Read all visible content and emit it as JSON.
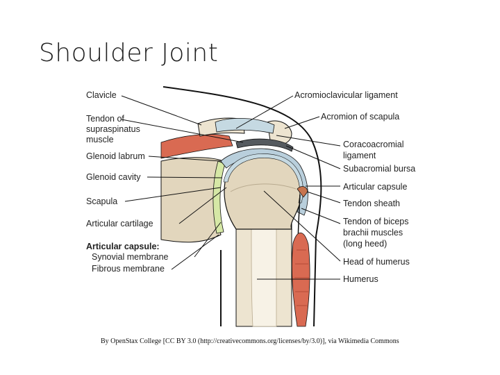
{
  "title": "Shoulder Joint",
  "labels_left": {
    "clavicle": "Clavicle",
    "tendon_supraspinatus_1": "Tendon of",
    "tendon_supraspinatus_2": "supraspinatus",
    "tendon_supraspinatus_3": "muscle",
    "glenoid_labrum": "Glenoid labrum",
    "glenoid_cavity": "Glenoid cavity",
    "scapula": "Scapula",
    "articular_cartilage": "Articular cartilage",
    "articular_capsule_heading": "Articular capsule:",
    "synovial_membrane": "Synovial membrane",
    "fibrous_membrane": "Fibrous membrane"
  },
  "labels_right": {
    "acromioclavicular_ligament": "Acromioclavicular ligament",
    "acromion_of_scapula": "Acromion of scapula",
    "coracoacromial_1": "Coracoacromial",
    "coracoacromial_2": "ligament",
    "subacromial_bursa": "Subacromial bursa",
    "articular_capsule": "Articular capsule",
    "tendon_sheath": "Tendon sheath",
    "tendon_biceps_1": "Tendon of biceps",
    "tendon_biceps_2": "brachii muscles",
    "tendon_biceps_3": "(long heed)",
    "head_of_humerus": "Head of humerus",
    "humerus": "Humerus"
  },
  "credit": "By OpenStax College [CC BY 3.0 (http://creativecommons.org/licenses/by/3.0)], via Wikimedia Commons",
  "colors": {
    "bone": "#ede4d0",
    "bone_spongy": "#e2d6bd",
    "cartilage": "#c5d9e2",
    "capsule": "#b9cfdc",
    "muscle": "#d96a52",
    "labrum": "#d6e8a6",
    "bursa": "#555a5f",
    "outline": "#111111"
  }
}
